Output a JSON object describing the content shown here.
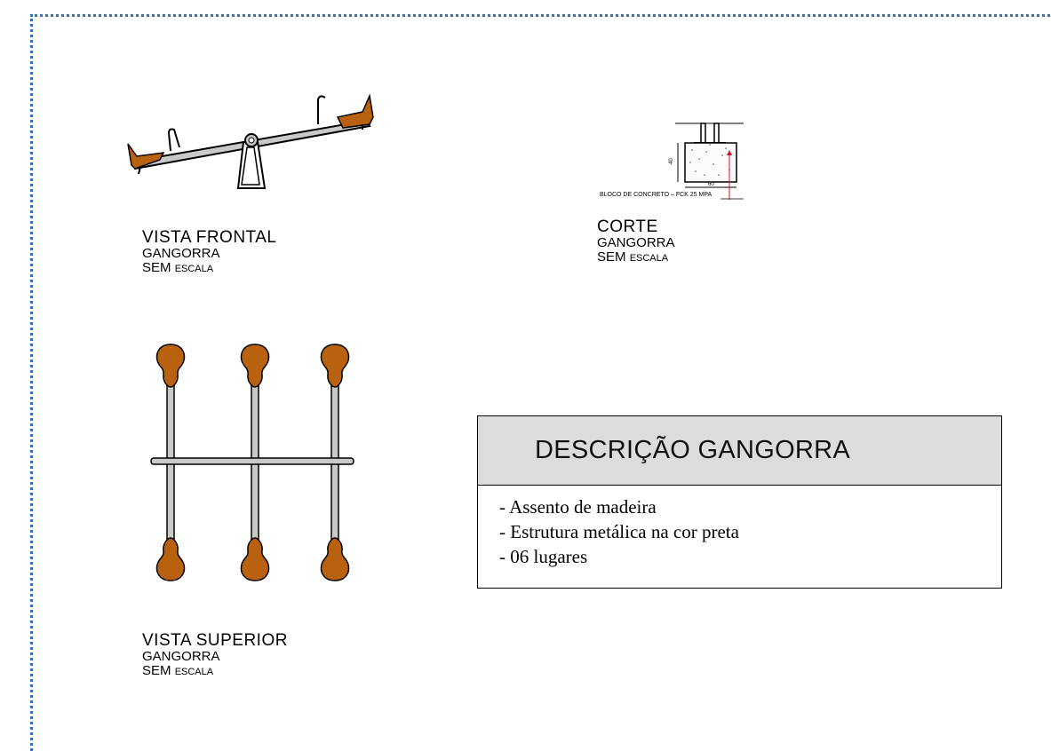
{
  "views": {
    "frontal": {
      "title": "VISTA FRONTAL",
      "subtitle": "GANGORRA",
      "scale_word": "SEM",
      "scale_suffix": "ESCALA"
    },
    "corte": {
      "title": "CORTE",
      "subtitle": "GANGORRA",
      "scale_word": "SEM",
      "scale_suffix": "ESCALA"
    },
    "superior": {
      "title": "VISTA SUPERIOR",
      "subtitle": "GANGORRA",
      "scale_word": "SEM",
      "scale_suffix": "ESCALA"
    }
  },
  "section_detail": {
    "callout": "BLOCO DE CONCRETO – FCK 25 MPA",
    "height_dim": "40",
    "width_dim": "60"
  },
  "description": {
    "title": "DESCRIÇÃO GANGORRA",
    "items": [
      "- Assento de madeira",
      "- Estrutura metálica na cor preta",
      "- 06 lugares"
    ]
  },
  "colors": {
    "wood": "#b8620f",
    "metal": "#c9c9c9",
    "outline": "#000000",
    "frame_border": "#2e6fbf",
    "header_fill": "#dcdcdc"
  }
}
